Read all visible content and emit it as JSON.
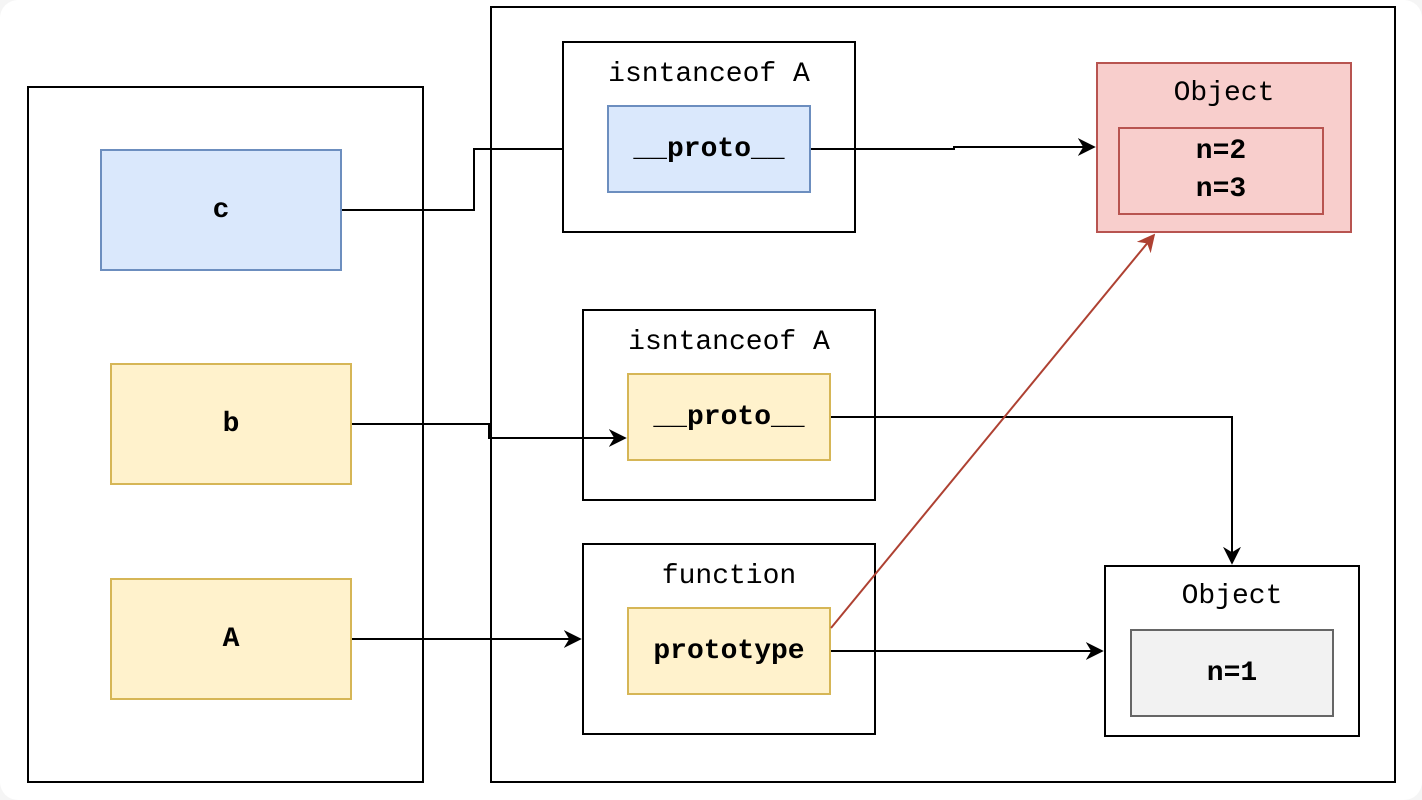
{
  "variables": {
    "c": "c",
    "b": "b",
    "A": "A"
  },
  "instance_c": {
    "title": "isntanceof A",
    "proto": "__proto__"
  },
  "instance_b": {
    "title": "isntanceof A",
    "proto": "__proto__"
  },
  "function_A": {
    "title": "function",
    "prototype": "prototype"
  },
  "object_shared": {
    "title": "Object",
    "line1": "n=2",
    "line2": "n=3"
  },
  "object_proto": {
    "title": "Object",
    "value": "n=1"
  },
  "colors": {
    "blue_fill": "#dae8fc",
    "blue_stroke": "#6c8ebf",
    "yellow_fill": "#fff2cc",
    "yellow_stroke": "#d6b656",
    "red_fill": "#f8cecc",
    "red_stroke": "#b85450",
    "gray_fill": "#f2f2f2",
    "gray_stroke": "#666666",
    "red_edge": "#ae4132"
  }
}
